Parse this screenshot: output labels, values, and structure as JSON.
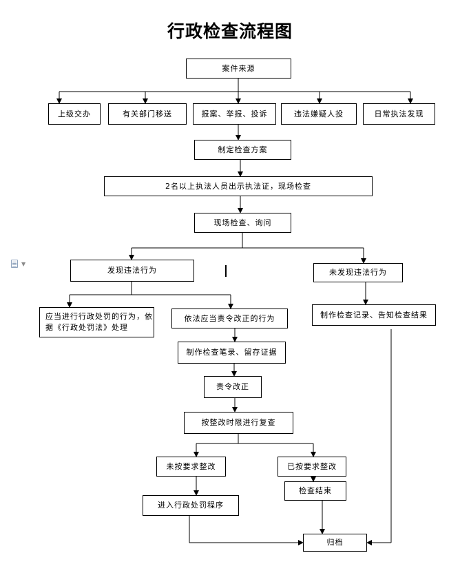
{
  "title": "行政检查流程图",
  "nodes": {
    "source": "案件来源",
    "superior": "上级交办",
    "transfer": "有关部门移送",
    "report": "报案、举报、投诉",
    "suspect": "违法嫌疑人投",
    "daily": "日常执法发现",
    "plan": "制定检查方案",
    "two_officers": "2名以上执法人员出示执法证，现场检查",
    "onsite": "现场检查、询问",
    "found": "发现违法行为",
    "not_found": "未发现违法行为",
    "penalty_behavior": "应当进行行政处罚的行为，依据《行政处罚法》处理",
    "rectify_behavior": "依法应当责令改正的行为",
    "record": "制作检查笔录、留存证据",
    "order_rectify": "责令改正",
    "recheck": "按整改时限进行复查",
    "not_rectified": "未按要求整改",
    "rectified": "已按要求整改",
    "check_end": "检查结束",
    "enter_penalty": "进入行政处罚程序",
    "no_violation_record": "制作检查记录、告知检查结果",
    "archive": "归档"
  }
}
